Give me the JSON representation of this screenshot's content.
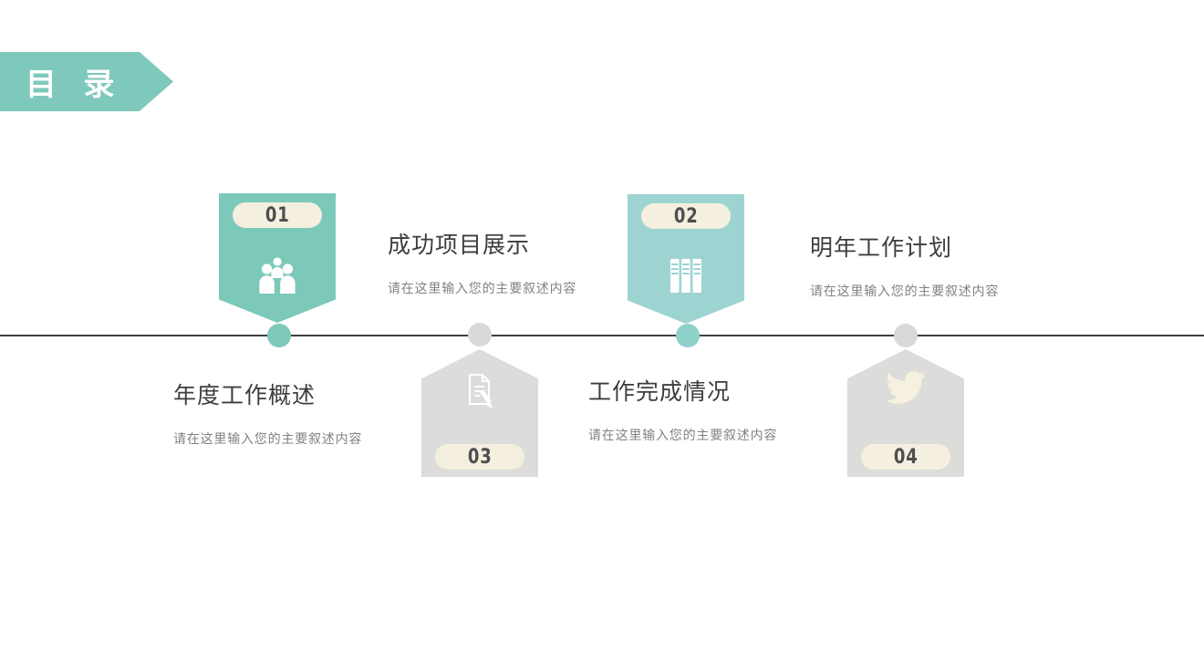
{
  "banner": {
    "label": "目 录"
  },
  "colors": {
    "teal_primary": "#7cc9ba",
    "teal_light": "#9dd4d2",
    "gray_shape": "#dcdcda",
    "gray_dot": "#d9d9d8",
    "pill_cream": "#f4efdf",
    "number_text": "#4e4e4e",
    "timeline_line": "#3f3f3f",
    "title_text": "#3d3d3d",
    "desc_text": "#828282"
  },
  "items": [
    {
      "number": "01",
      "title": "成功项目展示",
      "desc": "请在这里输入您的主要叙述内容",
      "icon": "people-group-icon",
      "variant": "teal",
      "row": "top"
    },
    {
      "number": "02",
      "title": "明年工作计划",
      "desc": "请在这里输入您的主要叙述内容",
      "icon": "books-icon",
      "variant": "teal-light",
      "row": "top"
    },
    {
      "number": "03",
      "title": "年度工作概述",
      "desc": "请在这里输入您的主要叙述内容",
      "icon": "document-edit-icon",
      "variant": "gray",
      "row": "bottom"
    },
    {
      "number": "04",
      "title": "工作完成情况",
      "desc": "请在这里输入您的主要叙述内容",
      "icon": "twitter-bird-icon",
      "variant": "gray",
      "row": "bottom"
    }
  ]
}
